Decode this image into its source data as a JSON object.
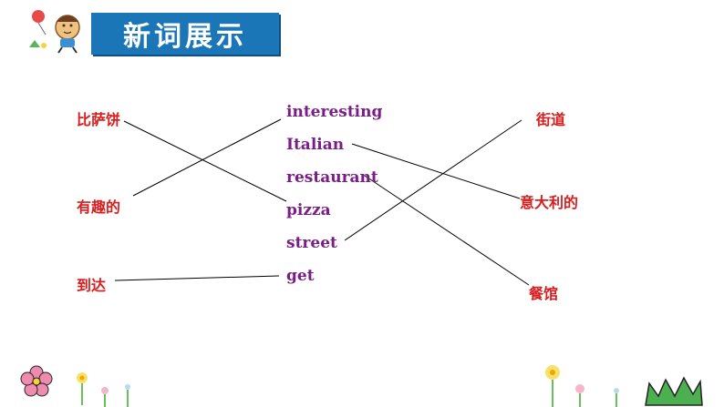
{
  "page_title": "新词展示",
  "left_words": [
    "比萨饼",
    "有趣的",
    "到达"
  ],
  "middle_words": [
    "interesting",
    "Italian",
    "restaurant",
    "pizza",
    "street",
    "get"
  ],
  "right_words": [
    "街道",
    "意大利的",
    "餐馆"
  ],
  "colors": {
    "banner": "#1b76b8",
    "chinese_text": "#d81e1e",
    "english_text": "#7a1d86",
    "lines": "#000000"
  }
}
